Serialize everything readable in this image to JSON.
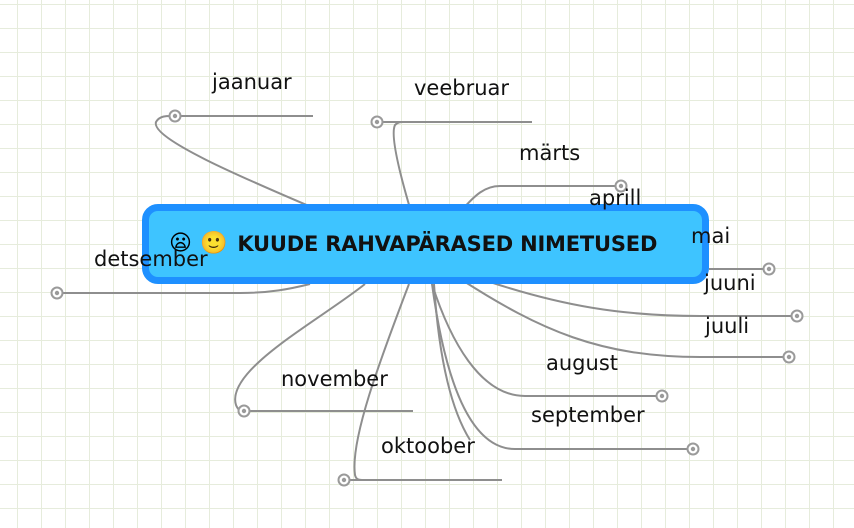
{
  "central_topic": {
    "emoji_1": "😦",
    "emoji_2": "🙂",
    "title": "KUUDE RAHVAPÄRASED NIMETUSED",
    "fill_color": "#3ec4ff",
    "border_color": "#1e90ff"
  },
  "topics": [
    {
      "id": "jaanuar",
      "label": "jaanuar"
    },
    {
      "id": "veebruar",
      "label": "veebruar"
    },
    {
      "id": "marts",
      "label": "märts"
    },
    {
      "id": "aprill",
      "label": "aprill"
    },
    {
      "id": "mai",
      "label": "mai"
    },
    {
      "id": "juuni",
      "label": "juuni"
    },
    {
      "id": "juuli",
      "label": "juuli"
    },
    {
      "id": "august",
      "label": "august"
    },
    {
      "id": "september",
      "label": "september"
    },
    {
      "id": "oktoober",
      "label": "oktoober"
    },
    {
      "id": "november",
      "label": "november"
    },
    {
      "id": "detsember",
      "label": "detsember"
    }
  ],
  "colors": {
    "grid": "#e6ecdc",
    "connector": "#8e8e8e",
    "text": "#111111"
  }
}
